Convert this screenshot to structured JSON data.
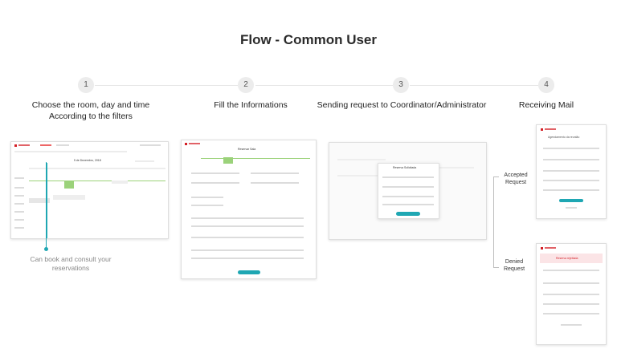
{
  "title": "Flow - Common User",
  "steps": [
    {
      "number": "1",
      "label_line1": "Choose the room, day and time",
      "label_line2": "According to the filters"
    },
    {
      "number": "2",
      "label_line1": "Fill the Informations",
      "label_line2": ""
    },
    {
      "number": "3",
      "label_line1": "Sending request to Coordinator/Administrator",
      "label_line2": ""
    },
    {
      "number": "4",
      "label_line1": "Receiving Mail",
      "label_line2": ""
    }
  ],
  "caption_line1": "Can book and consult your",
  "caption_line2": "reservations",
  "accepted_line1": "Accepted",
  "accepted_line2": "Request",
  "denied_line1": "Denied",
  "denied_line2": "Request",
  "mockups": {
    "calendar_date": "5 de Dezembro, 2018",
    "form_title": "Reservar Sala",
    "modal_title": "Reserva Solicitada",
    "accepted_mail_title": "Agendamento da reunião",
    "denied_mail_title": "Reserva rejeitada"
  },
  "colors": {
    "accent_green": "#9bd27a",
    "accent_teal": "#1fa7b3",
    "brand_red": "#d41f26"
  }
}
